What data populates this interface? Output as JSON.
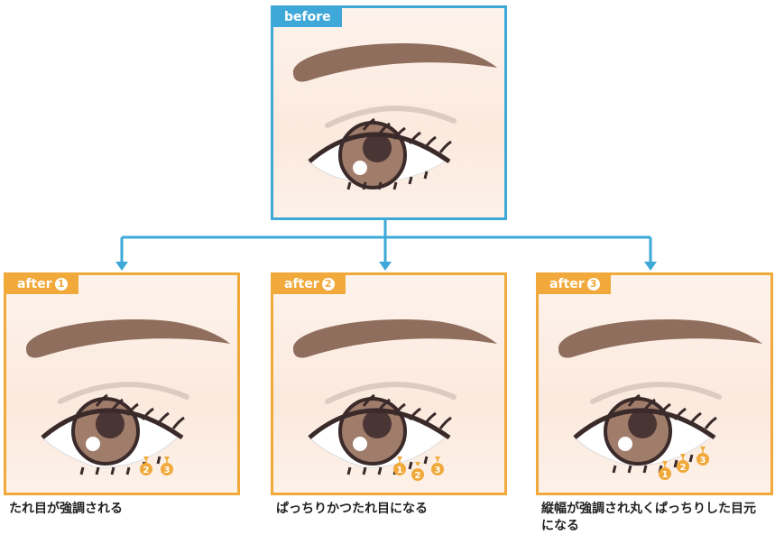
{
  "before": {
    "tag": "before"
  },
  "afters": [
    {
      "tag": "after",
      "num": "1",
      "caption": "たれ目が強調される",
      "markers": [
        "2",
        "3"
      ]
    },
    {
      "tag": "after",
      "num": "2",
      "caption": "ぱっちりかつたれ目になる",
      "markers": [
        "1",
        "2",
        "3"
      ]
    },
    {
      "tag": "after",
      "num": "3",
      "caption": "縦幅が強調され丸くぱっちりした目元になる",
      "markers": [
        "1",
        "2",
        "3"
      ]
    }
  ],
  "colors": {
    "before": "#3ea8d8",
    "after": "#f0a93a",
    "brow": "#8f6e5e",
    "iris": "#a07c6a",
    "line": "#3a2a2a"
  }
}
